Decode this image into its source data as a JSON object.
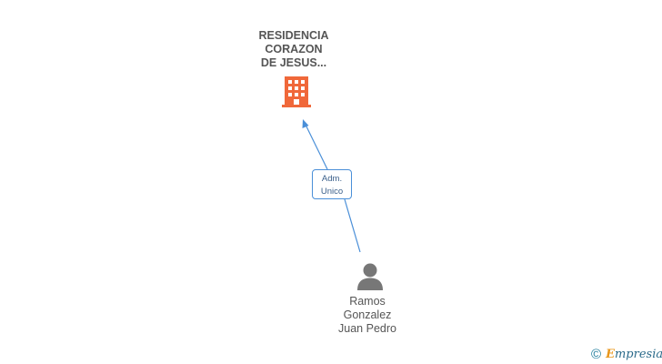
{
  "company": {
    "name_lines": [
      "RESIDENCIA",
      "CORAZON",
      "DE JESUS..."
    ],
    "icon": "building-icon",
    "icon_color": "#f0683a"
  },
  "relationship": {
    "role_lines": [
      "Adm.",
      "Unico"
    ],
    "line_color": "#4a8fd8"
  },
  "person": {
    "name_lines": [
      "Ramos",
      "Gonzalez",
      "Juan Pedro"
    ],
    "icon": "person-icon",
    "icon_color": "#777777"
  },
  "brand": {
    "copyright_symbol": "©",
    "initial": "E",
    "rest": "mpresia"
  }
}
